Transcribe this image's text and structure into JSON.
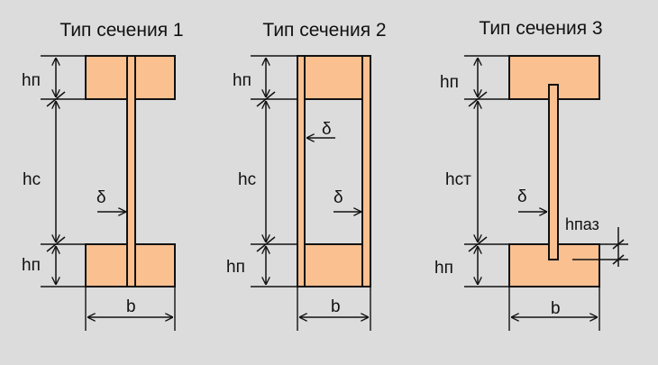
{
  "diagram": {
    "background": "#dcdcdc",
    "fill_color": "#fac090",
    "stroke_color": "#111111",
    "sections": [
      {
        "title": "Тип сечения 1",
        "labels": {
          "top_flange": "hп",
          "web_height": "hс",
          "bottom_flange": "hп",
          "thickness": "δ",
          "width": "b"
        }
      },
      {
        "title": "Тип сечения 2",
        "labels": {
          "top_flange": "hп",
          "web_height": "hс",
          "bottom_flange": "hп",
          "thickness_top": "δ",
          "thickness_mid": "δ",
          "width": "b"
        }
      },
      {
        "title": "Тип сечения 3",
        "labels": {
          "top_flange": "hп",
          "web_height": "hст",
          "bottom_flange": "hп",
          "thickness": "δ",
          "groove_depth": "hпаз",
          "width": "b"
        }
      }
    ]
  }
}
